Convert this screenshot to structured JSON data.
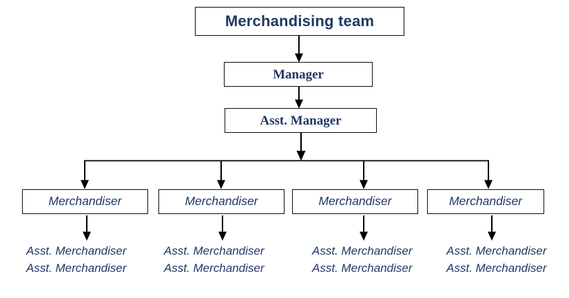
{
  "diagram": {
    "type": "organizational-chart",
    "title": "Merchandising team",
    "palette": {
      "text_navy": "#1F3864",
      "border_black": "#0B0B0B",
      "background": "#FFFFFF",
      "connector": "#000000"
    },
    "levels": [
      {
        "level": 1,
        "label": "Merchandising team"
      },
      {
        "level": 2,
        "label": "Manager"
      },
      {
        "level": 3,
        "label": "Asst. Manager"
      },
      {
        "level": 4,
        "label": "Merchandiser"
      },
      {
        "level": 5,
        "label": "Asst. Merchandiser"
      }
    ]
  },
  "root": {
    "label": "Merchandising team"
  },
  "manager": {
    "label": "Manager"
  },
  "asst_manager": {
    "label": "Asst. Manager"
  },
  "merchandisers": [
    {
      "label": "Merchandiser",
      "reports": [
        "Asst. Merchandiser",
        "Asst. Merchandiser"
      ]
    },
    {
      "label": "Merchandiser",
      "reports": [
        "Asst. Merchandiser",
        "Asst. Merchandiser"
      ]
    },
    {
      "label": "Merchandiser",
      "reports": [
        "Asst. Merchandiser",
        "Asst. Merchandiser"
      ]
    },
    {
      "label": "Merchandiser",
      "reports": [
        "Asst. Merchandiser",
        "Asst. Merchandiser"
      ]
    }
  ],
  "connectors": {
    "root_to_manager": "arrow-down-icon",
    "manager_to_asst_manager": "arrow-down-icon",
    "asst_manager_to_bus": "arrow-down-icon",
    "bus_to_merchandiser": "arrow-down-icon",
    "merchandiser_to_asst": "arrow-down-icon"
  }
}
